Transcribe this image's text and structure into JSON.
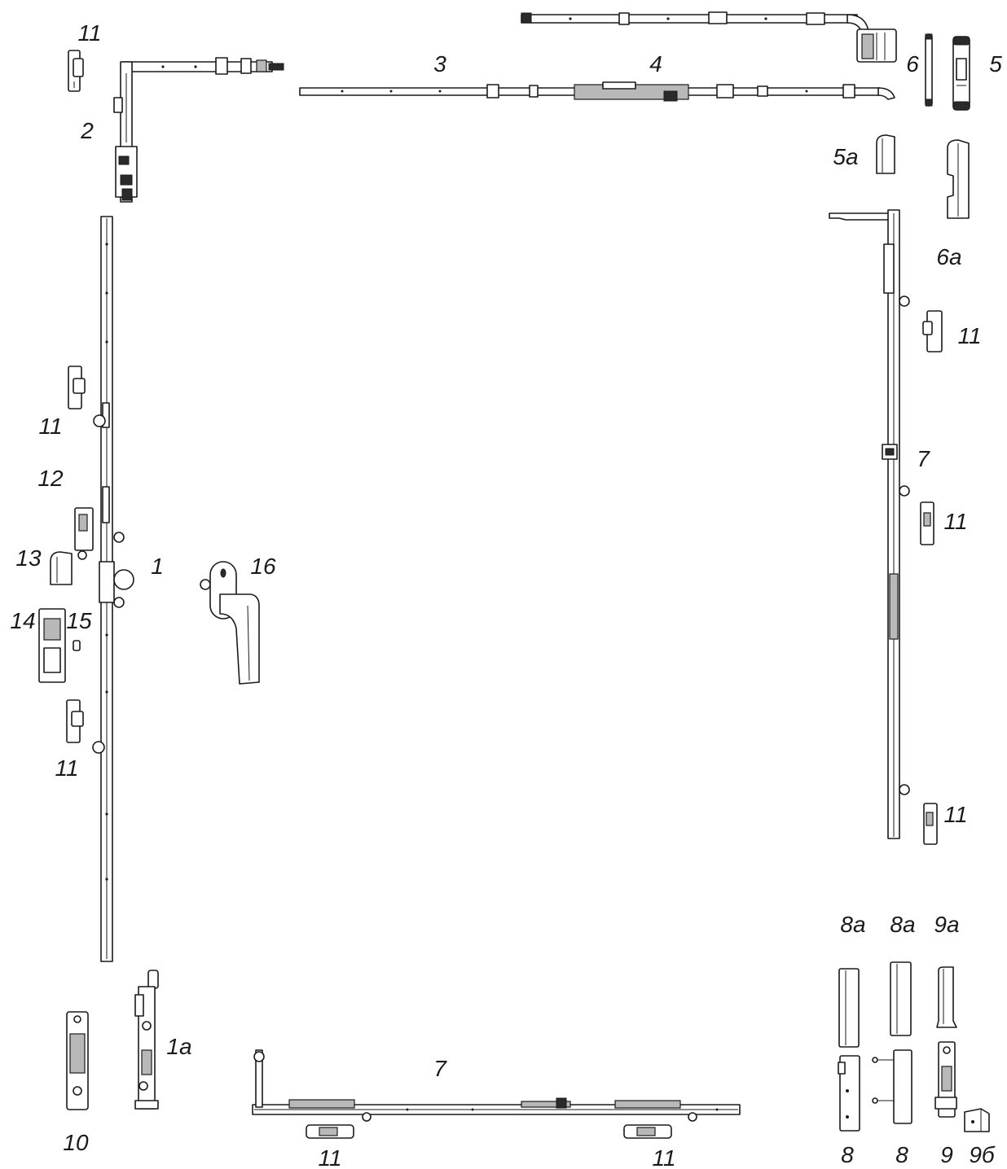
{
  "colors": {
    "line": "#1a1a1a",
    "fill": "#ffffff",
    "shade": "#b8b8b8"
  },
  "callouts": [
    "11",
    "2",
    "3",
    "4",
    "6",
    "5",
    "5а",
    "6а",
    "11",
    "7",
    "11",
    "11",
    "11",
    "12",
    "13",
    "1",
    "16",
    "14",
    "15",
    "11",
    "8а",
    "8а",
    "9а",
    "1а",
    "7",
    "10",
    "11",
    "11",
    "8",
    "8",
    "9",
    "9б"
  ]
}
